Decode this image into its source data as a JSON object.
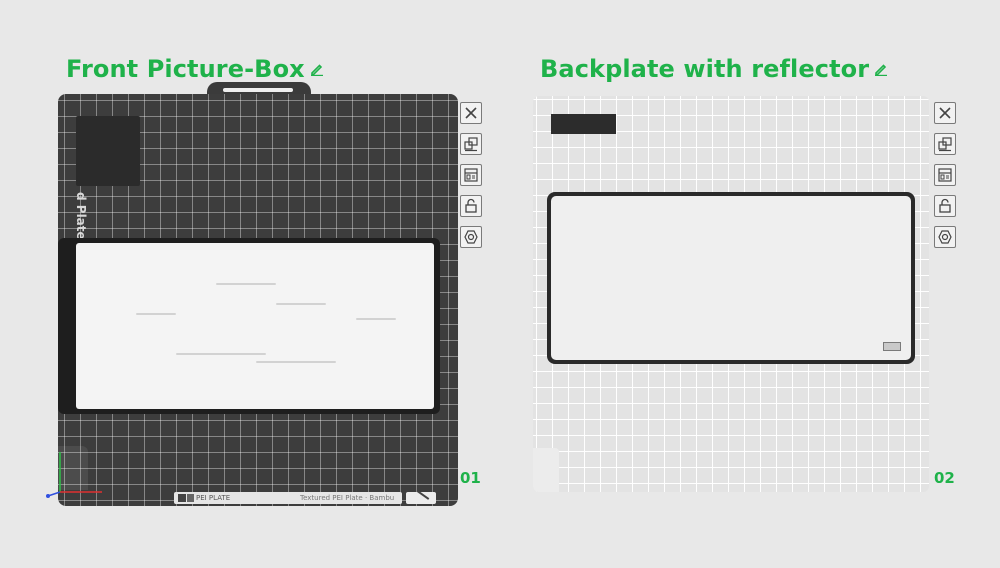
{
  "plates": [
    {
      "name": "Front Picture-Box",
      "index": "01",
      "bed_text": "d Plate",
      "strip_text_a": "PEI PLATE",
      "strip_text_b": "Textured PEI Plate · Bambu Lab"
    },
    {
      "name": "Backplate with reflector",
      "index": "02"
    }
  ],
  "toolbar": [
    {
      "icon": "close-icon"
    },
    {
      "icon": "arrange-icon"
    },
    {
      "icon": "layout-icon"
    },
    {
      "icon": "lock-icon"
    },
    {
      "icon": "settings-icon"
    }
  ],
  "colors": {
    "accent": "#1fb24a",
    "plate_dark": "#3d3d3d",
    "plate_light": "#e3e3e3",
    "frame": "#1e1e1e"
  }
}
